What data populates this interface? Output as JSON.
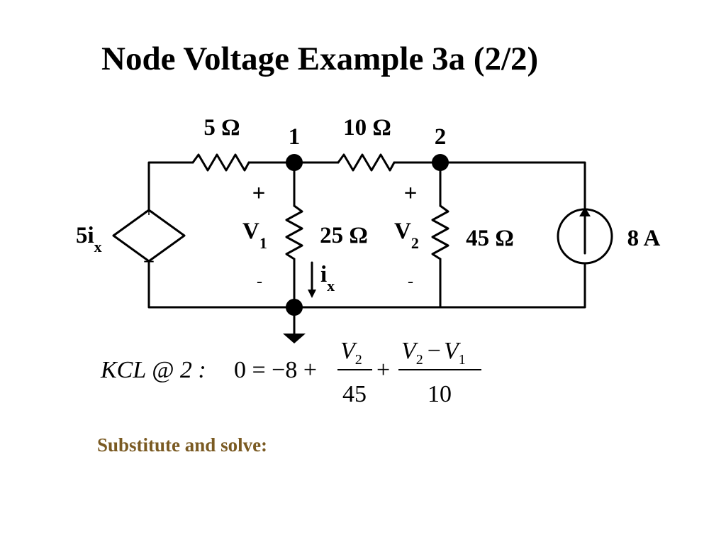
{
  "slide": {
    "title": "Node Voltage Example 3a (2/2)",
    "note": "Substitute and solve:",
    "note_color": "#7a5a22"
  },
  "circuit": {
    "dependent_source": {
      "label": "5i",
      "sub": "x",
      "plus": "+",
      "minus": "–"
    },
    "resistors": {
      "r_5": "5 Ω",
      "r_10": "10 Ω",
      "r_25": "25 Ω",
      "r_45": "45 Ω"
    },
    "nodes": {
      "node_1": "1",
      "node_2": "2"
    },
    "v1": {
      "plus": "+",
      "symbol": "V",
      "sub": "1",
      "minus": "-"
    },
    "v2": {
      "plus": "+",
      "symbol": "V",
      "sub": "2",
      "minus": "-"
    },
    "ix": {
      "symbol": "i",
      "sub": "x"
    },
    "current_source": {
      "label": "8 A"
    }
  },
  "equation": {
    "prefix": "KCL @ 2 :",
    "lhs": "0 = −8 +",
    "frac1_num_sym": "V",
    "frac1_num_sub": "2",
    "frac1_den": "45",
    "plus": "+",
    "frac2_num_a": "V",
    "frac2_num_a_sub": "2",
    "frac2_minus": "−",
    "frac2_num_b": "V",
    "frac2_num_b_sub": "1",
    "frac2_den": "10"
  }
}
